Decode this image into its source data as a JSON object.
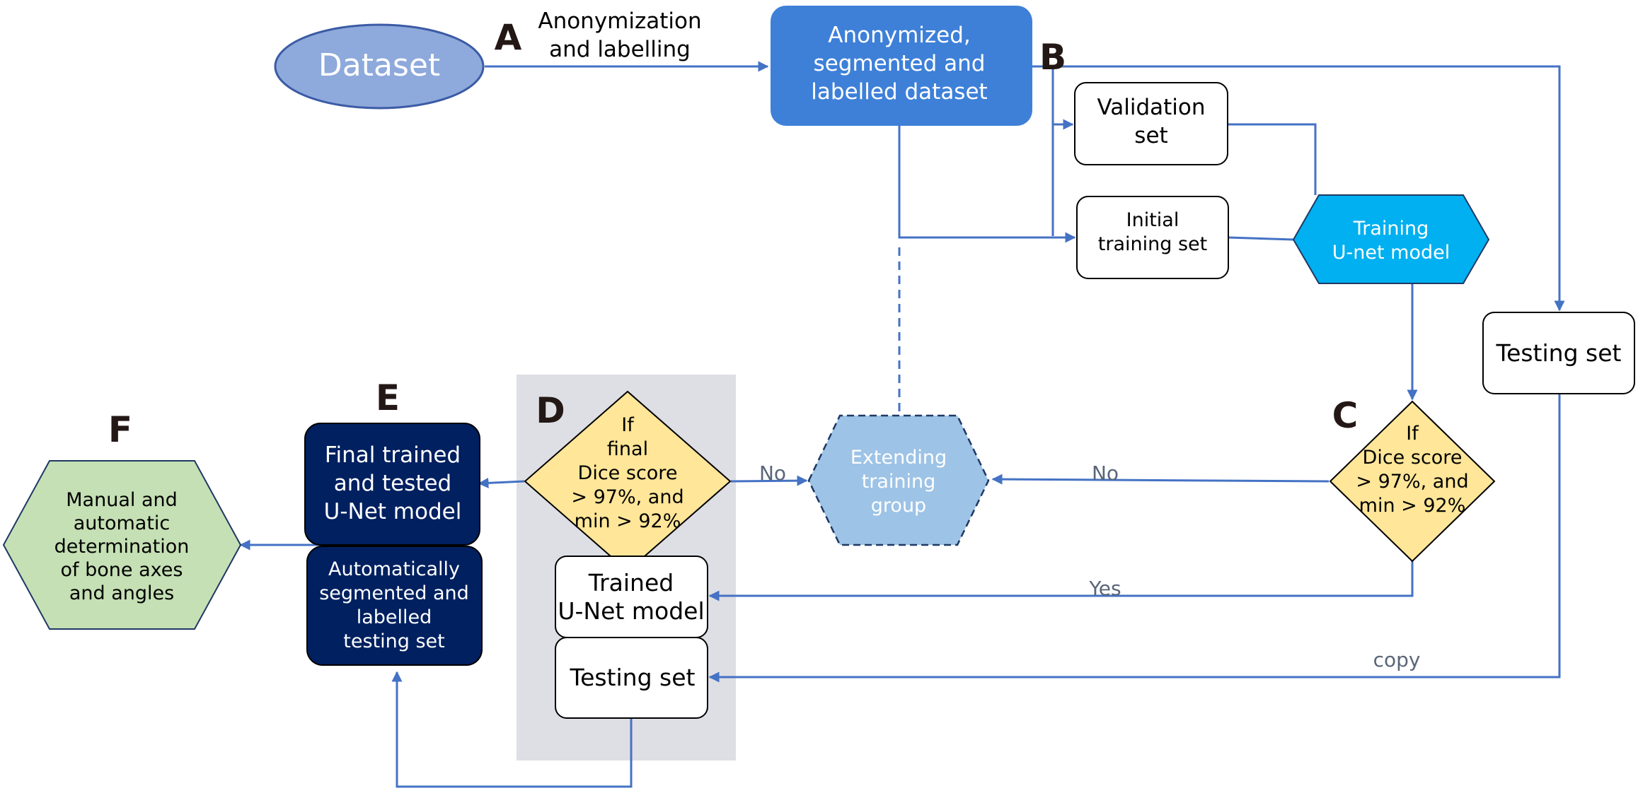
{
  "nodes": {
    "dataset": {
      "text": [
        "Dataset"
      ],
      "fill": "#8EA9DB",
      "stroke": "#3B5BA5"
    },
    "anonymized": {
      "text": [
        "Anonymized,",
        "segmented and",
        "labelled dataset"
      ],
      "fill": "#3E80D8"
    },
    "validation": {
      "text": [
        "Validation",
        "set"
      ]
    },
    "initial_training": {
      "text": [
        "Initial",
        "training set"
      ]
    },
    "training_unet": {
      "text": [
        "Training",
        "U-net model"
      ],
      "fill": "#00B0F0"
    },
    "testing_set_right": {
      "text": [
        "Testing set"
      ]
    },
    "decision_c": {
      "text": [
        "If",
        "Dice score",
        "> 97%, and",
        "min > 92%"
      ],
      "fill": "#FFE699"
    },
    "extending": {
      "text": [
        "Extending",
        "training",
        "group"
      ],
      "fill": "#9DC3E6",
      "stroke": "#1F3864"
    },
    "decision_d": {
      "text": [
        "If",
        "final",
        "Dice score",
        "> 97%, and",
        "min > 92%"
      ],
      "fill": "#FFE699"
    },
    "trained_unet": {
      "text": [
        "Trained",
        "U-Net model"
      ]
    },
    "testing_set_d": {
      "text": [
        "Testing set"
      ]
    },
    "final_model": {
      "text": [
        "Final trained",
        "and tested",
        "U-Net model"
      ],
      "fill": "#002060"
    },
    "auto_segmented": {
      "text": [
        "Automatically",
        "segmented and",
        "labelled",
        "testing set"
      ],
      "fill": "#002060"
    },
    "manual_auto": {
      "text": [
        "Manual and",
        "automatic",
        "determination",
        "of bone axes",
        "and angles"
      ],
      "fill": "#C5E0B4",
      "stroke": "#1F3864"
    }
  },
  "step_letters": {
    "a": "A",
    "b": "B",
    "c": "C",
    "d": "D",
    "e": "E",
    "f": "F"
  },
  "edge_labels": {
    "anonymization": [
      "Anonymization",
      "and labelling"
    ],
    "no_c": "No",
    "no_d": "No",
    "yes": "Yes",
    "copy": "copy"
  },
  "colors": {
    "arrow": "#4472C4",
    "panel_d": "#DEDFE4",
    "letter": "#231815",
    "edge_label": "#5A6678"
  }
}
